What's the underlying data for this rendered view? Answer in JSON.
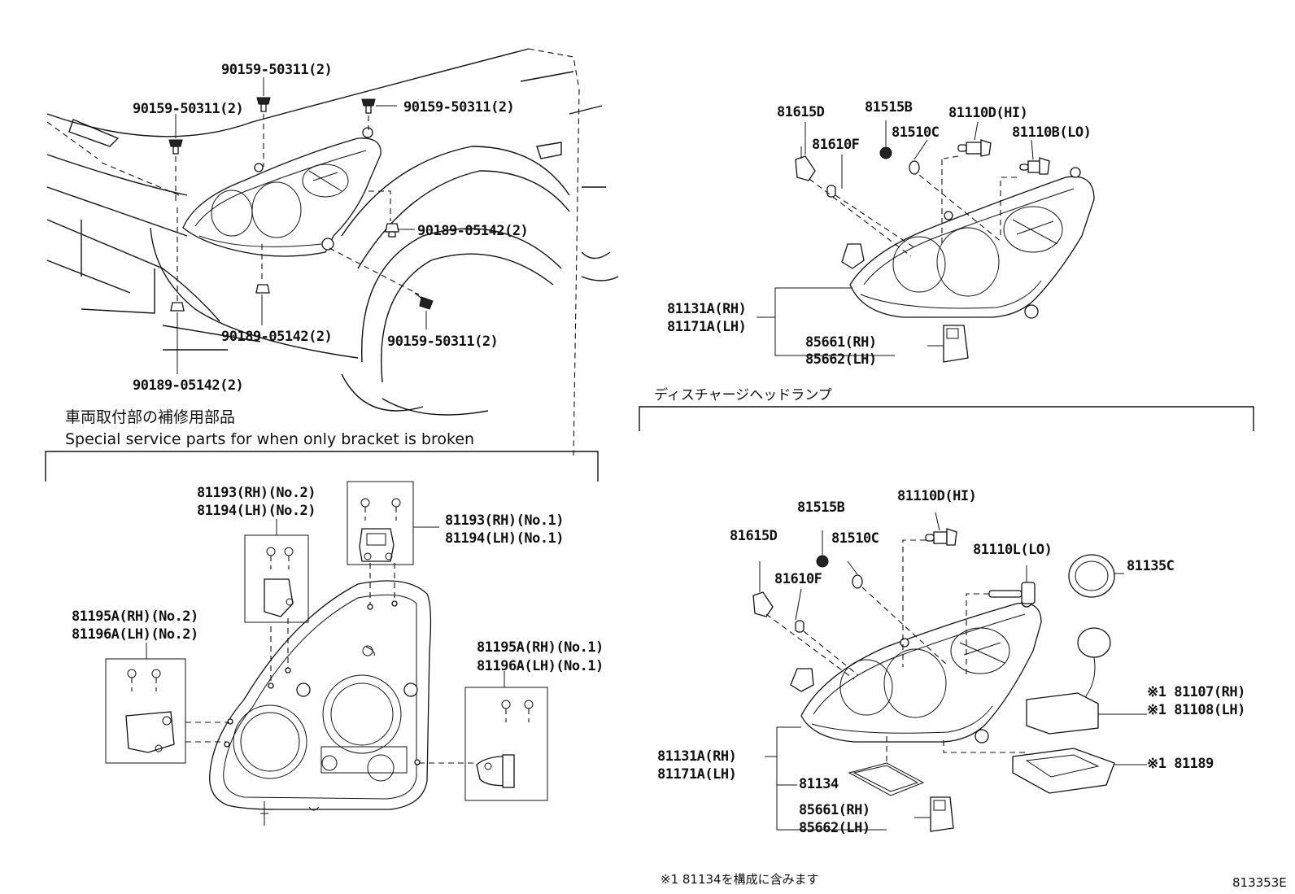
{
  "top_left_labels": {
    "bolt_top": "90159-50311(2)",
    "bolt_left": "90159-50311(2)",
    "bolt_right": "90159-50311(2)",
    "nut_right": "90189-05142(2)",
    "nut_center": "90189-05142(2)",
    "bolt_wheel": "90159-50311(2)",
    "nut_bottom": "90189-05142(2)"
  },
  "bracket_section": {
    "title_jp": "車両取付部の補修用部品",
    "title_en": "Special service parts for when only bracket is broken",
    "no2_upper_a": "81193(RH)(No.2)",
    "no2_upper_b": "81194(LH)(No.2)",
    "no1_upper_a": "81193(RH)(No.1)",
    "no1_upper_b": "81194(LH)(No.1)",
    "no2_lower_a": "81195A(RH)(No.2)",
    "no2_lower_b": "81196A(LH)(No.2)",
    "no1_lower_a": "81195A(RH)(No.1)",
    "no1_lower_b": "81196A(LH)(No.1)"
  },
  "halogen_lamp": {
    "socket": "81615D",
    "bulb_w": "81610F",
    "bulb_socket": "81515B",
    "bulb_small": "81510C",
    "bulb_hi": "81110D(HI)",
    "bulb_lo": "81110B(LO)",
    "unit_rh": "81131A(RH)",
    "unit_lh": "81171A(LH)",
    "motor_rh": "85661(RH)",
    "motor_lh": "85662(LH)"
  },
  "discharge_lamp": {
    "title_jp": "ディスチャージヘッドランプ",
    "bulb_socket": "81515B",
    "bulb_hi": "81110D(HI)",
    "socket": "81615D",
    "bulb_small": "81510C",
    "bulb_lo": "81110L(LO)",
    "cap": "81135C",
    "bulb_w": "81610F",
    "ballast_rh": "※1 81107(RH)",
    "ballast_lh": "※1 81108(LH)",
    "cover": "※1 81189",
    "unit_rh": "81131A(RH)",
    "unit_lh": "81171A(LH)",
    "gasket": "81134",
    "motor_rh": "85661(RH)",
    "motor_lh": "85662(LH)"
  },
  "footnote": "※1 81134を構成に含みます",
  "diagram_code": "813353E"
}
